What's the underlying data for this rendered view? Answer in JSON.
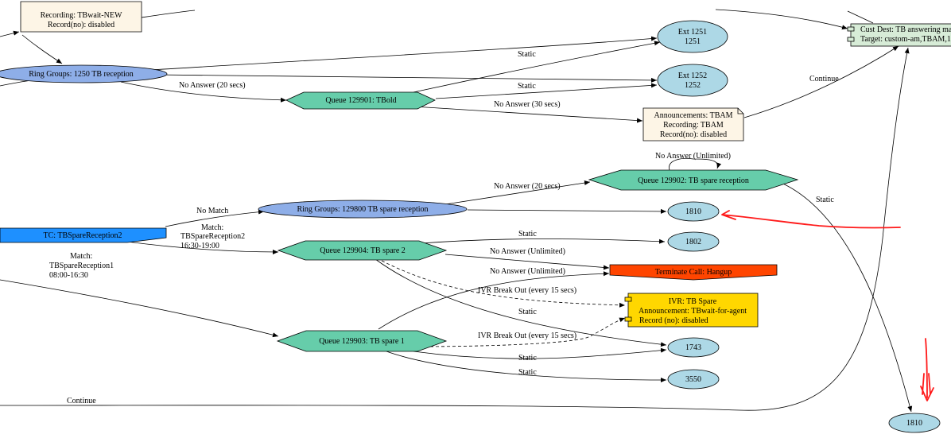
{
  "colors": {
    "ellipse_blue": "#add8e6",
    "ellipse_rg": "#8eaee8",
    "queue_green": "#66cdaa",
    "note_cream": "#fdf5e6",
    "ivr_yellow": "#ffd700",
    "hangup_red": "#ff4500",
    "tc_blue": "#1e90ff",
    "custdest_bg": "#d7ecd7",
    "annotation_red": "#ff1a1a"
  },
  "nodes": {
    "recording_tbwait": {
      "line1": "Recording: TBwait-NEW",
      "line2": "Record(no): disabled"
    },
    "ring_group_1250": {
      "label": "Ring Groups: 1250 TB reception"
    },
    "ext_1251": {
      "line1": "Ext 1251",
      "line2": "1251"
    },
    "ext_1252": {
      "line1": "Ext 1252",
      "line2": "1252"
    },
    "queue_129901": {
      "label": "Queue 129901: TBold"
    },
    "cust_dest": {
      "line1": "Cust Dest: TB answering ma",
      "line2": "Target: custom-am,TBAM,1"
    },
    "announcement_tbam": {
      "line1": "Announcements: TBAM",
      "line2": "Recording: TBAM",
      "line3": "Record(no): disabled"
    },
    "queue_129902": {
      "label": "Queue 129902: TB spare reception"
    },
    "ring_group_129800": {
      "label": "Ring Groups: 129800 TB spare reception"
    },
    "ext_1810_a": {
      "label": "1810"
    },
    "tc_tbsparereception2": {
      "label": "TC: TBSpareReception2"
    },
    "queue_129904": {
      "label": "Queue 129904: TB spare 2"
    },
    "ext_1802": {
      "label": "1802"
    },
    "terminate_call": {
      "label": "Terminate Call: Hangup"
    },
    "ivr_tb_spare": {
      "line1": "IVR: TB Spare",
      "line2": "Announcement: TBwait-for-agent",
      "line3": "Record (no): disabled"
    },
    "queue_129903": {
      "label": "Queue 129903: TB spare 1"
    },
    "ext_1743": {
      "label": "1743"
    },
    "ext_3550": {
      "label": "3550"
    },
    "ext_1810_b": {
      "label": "1810"
    }
  },
  "edges": {
    "static_1251": "Static",
    "static_1252": "Static",
    "no_answer_20_rg": "No Answer (20 secs)",
    "no_answer_30": "No Answer (30 secs)",
    "continue_top": "Continue",
    "no_answer_unlimited_self": "No Answer (Unlimited)",
    "no_answer_20_spare": "No Answer (20 secs)",
    "static_right": "Static",
    "no_match": "No Match",
    "match_evening": {
      "line1": "Match:",
      "line2": "TBSpareReception2",
      "line3": "16:30-19:00"
    },
    "match_day": {
      "line1": "Match:",
      "line2": "TBSpareReception1",
      "line3": "08:00-16:30"
    },
    "static_1802": "Static",
    "no_answer_unlimited_2": "No Answer (Unlimited)",
    "no_answer_unlimited_1": "No Answer (Unlimited)",
    "ivr_breakout_2": "IVR Break Out (every 15 secs)",
    "static_1743_from2": "Static",
    "ivr_breakout_1": "IVR Break Out (every 15 secs)",
    "static_1743_from1": "Static",
    "static_3550": "Static",
    "continue_bottom": "Continue"
  }
}
